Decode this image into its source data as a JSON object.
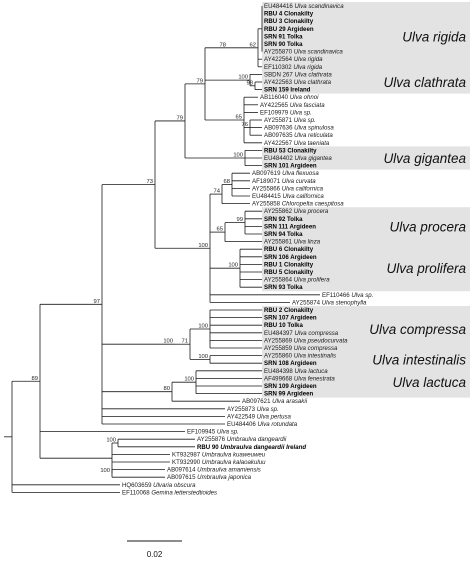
{
  "tips": [
    {
      "acc": "EU484416",
      "sp": "Ulva scandinavica",
      "bold": false
    },
    {
      "acc": "RBU 4 Clonakilty",
      "sp": "",
      "bold": true
    },
    {
      "acc": "RBU 3 Clonakilty",
      "sp": "",
      "bold": true
    },
    {
      "acc": "RBU 29 Argideen",
      "sp": "",
      "bold": true
    },
    {
      "acc": "SRN 91 Tolka",
      "sp": "",
      "bold": true
    },
    {
      "acc": "SRN 90 Tolka",
      "sp": "",
      "bold": true
    },
    {
      "acc": "AY255870",
      "sp": "Ulva scandinavica",
      "bold": false
    },
    {
      "acc": "AY422564",
      "sp": "Ulva rigida",
      "bold": false
    },
    {
      "acc": "EF110302",
      "sp": "Ulva rigida",
      "bold": false
    },
    {
      "acc": "SBDN 267",
      "sp": "Ulva clathrata",
      "bold": false
    },
    {
      "acc": "AY422563",
      "sp": "Ulva clathrata",
      "bold": false
    },
    {
      "acc": "SRN 159 Ireland",
      "sp": "",
      "bold": true
    },
    {
      "acc": "AB116040",
      "sp": "Ulva ohnoi",
      "bold": false
    },
    {
      "acc": "AY422565",
      "sp": "Ulva fasciata",
      "bold": false
    },
    {
      "acc": "EF109979",
      "sp": "Ulva sp.",
      "bold": false
    },
    {
      "acc": "AY255871",
      "sp": "Ulva sp.",
      "bold": false
    },
    {
      "acc": "AB097636",
      "sp": "Ulva spinulosa",
      "bold": false
    },
    {
      "acc": "AB097635",
      "sp": "Ulva reticulata",
      "bold": false
    },
    {
      "acc": "AY422567",
      "sp": "Ulva taeniata",
      "bold": false
    },
    {
      "acc": "RBU 53 Clonakilty",
      "sp": "",
      "bold": true
    },
    {
      "acc": "EU484402",
      "sp": "Ulva gigantea",
      "bold": false
    },
    {
      "acc": "SRN 101 Argideen",
      "sp": "",
      "bold": true
    },
    {
      "acc": "AB097619",
      "sp": "Ulva flexuosa",
      "bold": false
    },
    {
      "acc": "AF189071",
      "sp": "Ulva curvata",
      "bold": false
    },
    {
      "acc": "AY255866",
      "sp": "Ulva californica",
      "bold": false
    },
    {
      "acc": "EU484415",
      "sp": "Ulva californica",
      "bold": false
    },
    {
      "acc": "AY255858",
      "sp": "Chloropelta caespitosa",
      "bold": false
    },
    {
      "acc": "AY255862",
      "sp": "Ulva procera",
      "bold": false
    },
    {
      "acc": "SRN 92 Tolka",
      "sp": "",
      "bold": true
    },
    {
      "acc": "SRN 111 Argideen",
      "sp": "",
      "bold": true
    },
    {
      "acc": "SRN 94 Tolka",
      "sp": "",
      "bold": true
    },
    {
      "acc": "AY255861",
      "sp": "Ulva linza",
      "bold": false
    },
    {
      "acc": "RBU 6 Clonakilty",
      "sp": "",
      "bold": true
    },
    {
      "acc": "SRN 106 Argideen",
      "sp": "",
      "bold": true
    },
    {
      "acc": "RBU 1 Clonakilty",
      "sp": "",
      "bold": true
    },
    {
      "acc": "RBU 5 Clonakilty",
      "sp": "",
      "bold": true
    },
    {
      "acc": "AY255864",
      "sp": "Ulva prolifera",
      "bold": false
    },
    {
      "acc": "SRN 93 Tolka",
      "sp": "",
      "bold": true
    },
    {
      "acc": "EF110466",
      "sp": "Ulva sp.",
      "bold": false
    },
    {
      "acc": "AY255874",
      "sp": "Ulva stenophylla",
      "bold": false
    },
    {
      "acc": "RBU 2 Clonakilty",
      "sp": "",
      "bold": true
    },
    {
      "acc": "SRN 107 Argideen",
      "sp": "",
      "bold": true
    },
    {
      "acc": "RBU 10 Tolka",
      "sp": "",
      "bold": true
    },
    {
      "acc": "EU484397",
      "sp": "Ulva compressa",
      "bold": false
    },
    {
      "acc": "AY255869",
      "sp": "Ulva pseudocurvata",
      "bold": false
    },
    {
      "acc": "AY255859",
      "sp": "Ulva compressa",
      "bold": false
    },
    {
      "acc": "AY255860",
      "sp": "Ulva intestinalis",
      "bold": false
    },
    {
      "acc": "SRN 108 Argideen",
      "sp": "",
      "bold": true
    },
    {
      "acc": "EU484398",
      "sp": "Ulva lactuca",
      "bold": false
    },
    {
      "acc": "AF499668",
      "sp": "Ulva fenestrata",
      "bold": false
    },
    {
      "acc": "SRN 109 Argideen",
      "sp": "",
      "bold": true
    },
    {
      "acc": "SRN 99 Argideen",
      "sp": "",
      "bold": true
    },
    {
      "acc": "AB097621",
      "sp": "Ulva arasakii",
      "bold": false
    },
    {
      "acc": "AY255873",
      "sp": "Ulva sp.",
      "bold": false
    },
    {
      "acc": "AY422549",
      "sp": "Ulva pertusa",
      "bold": false
    },
    {
      "acc": "EU484406",
      "sp": "Ulva rotundata",
      "bold": false
    },
    {
      "acc": "EF109945",
      "sp": "Ulva sp.",
      "bold": false
    },
    {
      "acc": "AY255876",
      "sp": "Umbraulva dangeardii",
      "bold": false
    },
    {
      "acc": "RBU 90",
      "sp": "Umbraulva dangeardii Ireland",
      "bold": true
    },
    {
      "acc": "KT932987",
      "sp": "Umbraulva kuaweuweu",
      "bold": false
    },
    {
      "acc": "KT932990",
      "sp": "Umbraulva kalaoakuluu",
      "bold": false
    },
    {
      "acc": "AB097614",
      "sp": "Umbraulva amamiensis",
      "bold": false
    },
    {
      "acc": "AB097615",
      "sp": "Umbraulva japonica",
      "bold": false
    },
    {
      "acc": "HQ603659",
      "sp": "Ulvaria obscura",
      "bold": false
    },
    {
      "acc": "EF110068",
      "sp": "Gemina letterstedtioides",
      "bold": false
    }
  ],
  "bootstrap": [
    "62",
    "78",
    "79",
    "98",
    "100",
    "76",
    "65",
    "79",
    "100",
    "73",
    "68",
    "74",
    "100",
    "99",
    "65",
    "100",
    "100",
    "71",
    "100",
    "100",
    "97",
    "80",
    "100",
    "89",
    "100",
    "100"
  ],
  "clades": [
    {
      "name": "Ulva rigida",
      "from": 0,
      "to": 8
    },
    {
      "name": "Ulva clathrata",
      "from": 9,
      "to": 11
    },
    {
      "name": "Ulva gigantea",
      "from": 19,
      "to": 21
    },
    {
      "name": "Ulva procera",
      "from": 27,
      "to": 31
    },
    {
      "name": "Ulva prolifera",
      "from": 32,
      "to": 37
    },
    {
      "name": "Ulva compressa",
      "from": 40,
      "to": 45
    },
    {
      "name": "Ulva intestinalis",
      "from": 46,
      "to": 47
    },
    {
      "name": "Ulva lactuca",
      "from": 48,
      "to": 51
    }
  ],
  "scale": {
    "label": "0.02"
  },
  "colors": {
    "line": "#1a1a1a",
    "band": "#e3e3e3"
  }
}
